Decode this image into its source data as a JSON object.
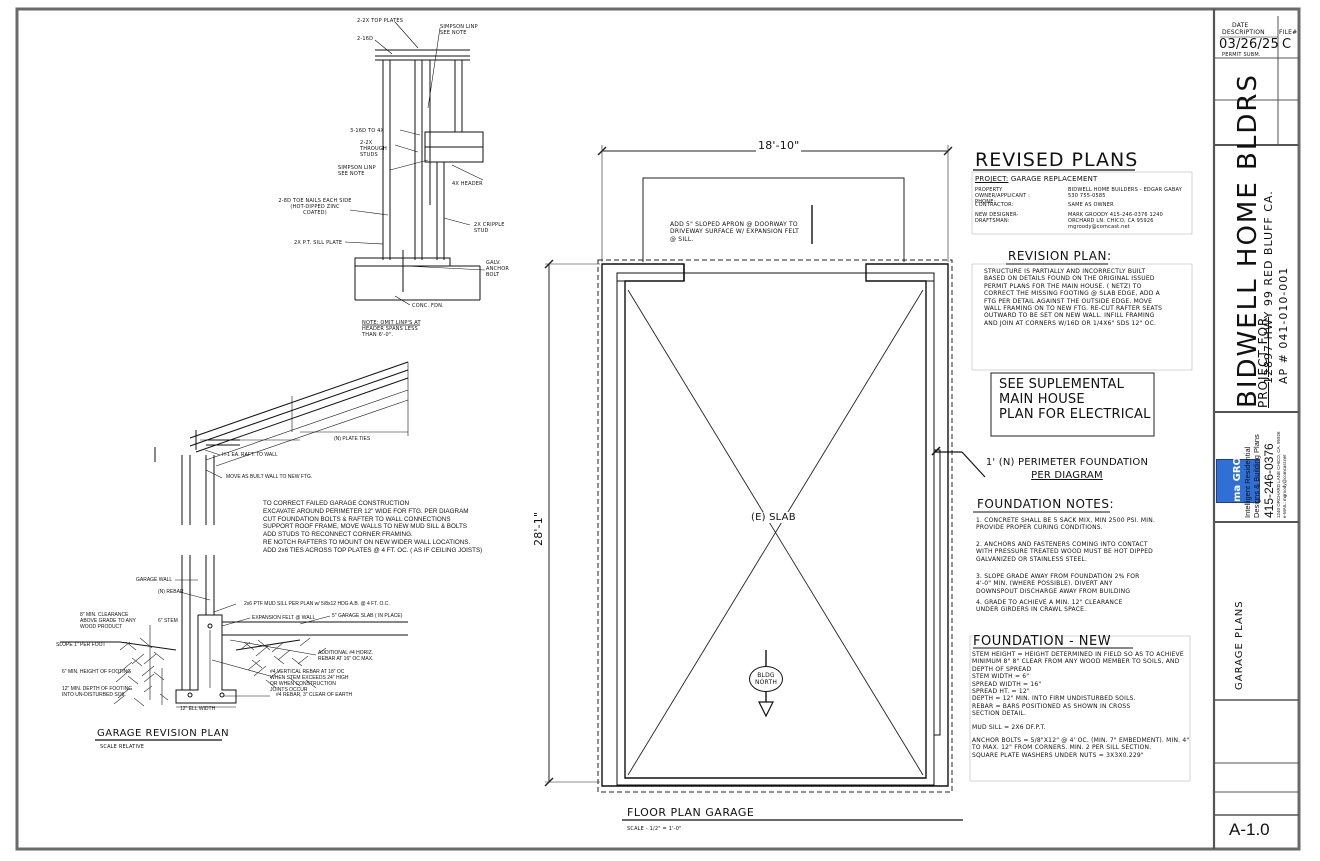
{
  "title_block": {
    "date_header": "DATE",
    "description_header": "DESCRIPTION",
    "file_header": "FILE#",
    "date_value": "03/26/25",
    "file_value": "C",
    "date_note": "PERMIT SUBM.",
    "project_for": "PROJECT FOR",
    "project_name": "BIDWELL HOME BLDRS",
    "address": "12897 HWY 99 RED BLUFF CA.",
    "ap": "AP # 041-010-001",
    "designer_brand": "ma GROODY",
    "designer_tagline_1": "Intelligent Residential",
    "designer_tagline_2": "Designs & Building Plans",
    "designer_phone": "415-246-0376",
    "designer_address": "1240 ORCHARD LANE CHICO, CA. 95926",
    "designer_email": "e-MAIL: mgroody@comcast.net",
    "sheet_title": "GARAGE PLANS",
    "sheet_number": "A-1.0"
  },
  "revised_plans": {
    "heading": "REVISED PLANS",
    "project_label": "PROJECT:",
    "project_value": "GARAGE REPLACEMENT",
    "rows": [
      {
        "label": "PROPERTY OWNER/APPLICANT : PHONE:",
        "value": "BIDWELL HOME BUILDERS - EDGAR GABAY 530 755-0585"
      },
      {
        "label": "CONTRACTOR:",
        "value": "SAME AS OWNER"
      },
      {
        "label": "NEW DESIGNER- DRAFTSMAN:",
        "value": "MARK GROODY 415-246-0376 1240 ORCHARD LN. CHICO, CA 95926 mgroody@comcast.net"
      }
    ]
  },
  "revision_plan": {
    "heading": "REVISION PLAN:",
    "text": "STRUCTURE IS PARTIALLY AND INCORRECTLY BUILT BASED ON DETAILS FOUND ON THE ORIGINAL ISSUED PERMIT PLANS FOR THE MAIN HOUSE. ( NETZ) TO CORRECT THE MISSING FOOTING @ SLAB EDGE, ADD A FTG PER DETAIL AGAINST THE OUTSIDE EDGE. MOVE WALL FRAMING ON TO NEW FTG. RE-CUT RAFTER SEATS OUTWARD TO BE SET ON NEW WALL. INFILL FRAMING AND JOIN AT CORNERS w/16d OR 1/4x6\" SDS 12\" OC."
  },
  "electrical_note": [
    "SEE SUPLEMENTAL",
    "MAIN HOUSE",
    "PLAN FOR ELECTRICAL"
  ],
  "perimeter_note": [
    "1' (N) PERIMETER FOUNDATION",
    "PER DIAGRAM"
  ],
  "foundation_notes": {
    "heading": "FOUNDATION NOTES:",
    "items": [
      "1. CONCRETE SHALL BE 5 SACK MIX, MIN 2500 PSI. MIN. PROVIDE PROPER CURING CONDITIONS.",
      "2. ANCHORS AND FASTENERS COMING INTO CONTACT WITH PRESSURE TREATED WOOD MUST BE HOT DIPPED GALVANIZED OR STAINLESS STEEL.",
      "3. SLOPE GRADE AWAY FROM FOUNDATION 2% FOR 4'-0\" MIN. (WHERE POSSIBLE). DIVERT ANY DOWNSPOUT DISCHARGE AWAY FROM BUILDING",
      "4. GRADE TO ACHIEVE A MIN. 12\" CLEARANCE UNDER GIRDERS IN CRAWL SPACE."
    ]
  },
  "foundation_new": {
    "heading": "FOUNDATION - NEW",
    "lines": [
      "STEM HEIGHT = HEIGHT DETERMINED IN FIELD SO AS TO ACHIEVE MINIMUM 8\" 8\" CLEAR FROM ANY WOOD MEMBER TO SOILS, AND DEPTH OF SPREAD",
      "STEM WIDTH = 6\"",
      "SPREAD WIDTH = 16\"",
      "SPREAD HT. = 12\"",
      "DEPTH = 12\" MIN. INTO FIRM UNDISTURBED SOILS.",
      "REBAR = BARS POSITIONED AS SHOWN IN CROSS SECTION DETAIL.",
      "MUD SILL = 2x6 DF.P.T.",
      "ANCHOR BOLTS = 5/8\"x12\" @ 4' OC. (MIN. 7\" EMBEDMENT). MIN. 4\" TO MAX. 12\" FROM CORNERS. MIN. 2 PER SILL SECTION.",
      "SQUARE PLATE WASHERS UNDER NUTS = 3x3x0.229\""
    ]
  },
  "floor_plan": {
    "dim_width": "18'-10\"",
    "dim_depth": "28'-1\"",
    "apron_note": "ADD 5\" SLOPED APRON @ DOORWAY TO DRIVEWAY SURFACE w/ EXPANSION FELT @ SILL.",
    "slab_label": "(E) SLAB",
    "north_label": "BLDG NORTH",
    "title": "FLOOR PLAN GARAGE",
    "scale": "SCALE - 1/2\" = 1'-0\""
  },
  "wall_detail": {
    "labels": [
      "2-2x TOP PLATES",
      "SIMPSON LINP SEE NOTE",
      "2-16d",
      "3-16d TO 4x",
      "2-2x THROUGH STUDS",
      "SIMPSON LINP SEE NOTE",
      "4x HEADER",
      "2-8d TOE NAILS EACH SIDE (HOT-DIPPED ZINC COATED)",
      "2x CRIPPLE STUD",
      "2x P.T. SILL PLATE",
      "GALV. ANCHOR BOLT",
      "CONC. FDN.",
      "NOTE: OMIT LINP's AT HEADER SPANS LESS THAN 6'-0\"."
    ]
  },
  "section_detail": {
    "labels": [
      "(N) PLATE TIES",
      "H-1 EA. RAFT. TO WALL",
      "MOVE AS BUILT WALL TO NEW FTG.",
      "GARAGE WALL",
      "(N) REBAR",
      "2x6 PTF MUD SILL PER PLAN w/ 5/8x12 HDG A.B. @ 4 FT. O.C.",
      "8\" MIN. CLEARANCE ABOVE GRADE TO ANY WOOD PRODUCT",
      "6\" STEM",
      "EXPANSION FELT @ WALL",
      "5\" GARAGE SLAB ( IN PLACE)",
      "SLOPE 1\" PER FOOT",
      "ADDITIONAL #4 HORIZ. REBAR AT 16\" OC MAX.",
      "6\" MIN. HEIGHT OF FOOTING",
      "#4 VERTICAL REBAR AT 18\" OC WHEN STEM EXCEEDS 24\" HIGH OR WHEN CONSTRUCTION JOINTS OCCUR",
      "12\" MIN. DEPTH OF FOOTING INTO UN-DISTURBED SOIL",
      "#4 REBAR, 3\" CLEAR OF EARTH",
      "12\" ELL WIDTH"
    ],
    "instructions": [
      "TO CORRECT FAILED GARAGE CONSTRUCTION",
      "EXCAVATE AROUND PERIMETER 12\" WIDE FOR FTG. PER DIAGRAM",
      "CUT FOUNDATION BOLTS & RAFTER TO WALL CONNECTIONS",
      "SUPPORT ROOF FRAME, MOVE WALLS TO NEW MUD SILL & BOLTS",
      "ADD STUDS TO RECONNECT CORNER FRAMING.",
      "RE NOTCH RAFTERS TO MOUNT ON NEW WIDER WALL LOCATIONS.",
      "ADD 2x6 TIES ACROSS TOP PLATES @ 4 FT. OC. ( AS IF CEILING JOISTS)"
    ],
    "title": "GARAGE REVISION PLAN",
    "scale": "SCALE RELATIVE"
  },
  "colors": {
    "line": "#1a1a1a",
    "frame": "#555555",
    "logo_blue": "#2f6fd6",
    "logo_dark": "#1e3d8a"
  }
}
